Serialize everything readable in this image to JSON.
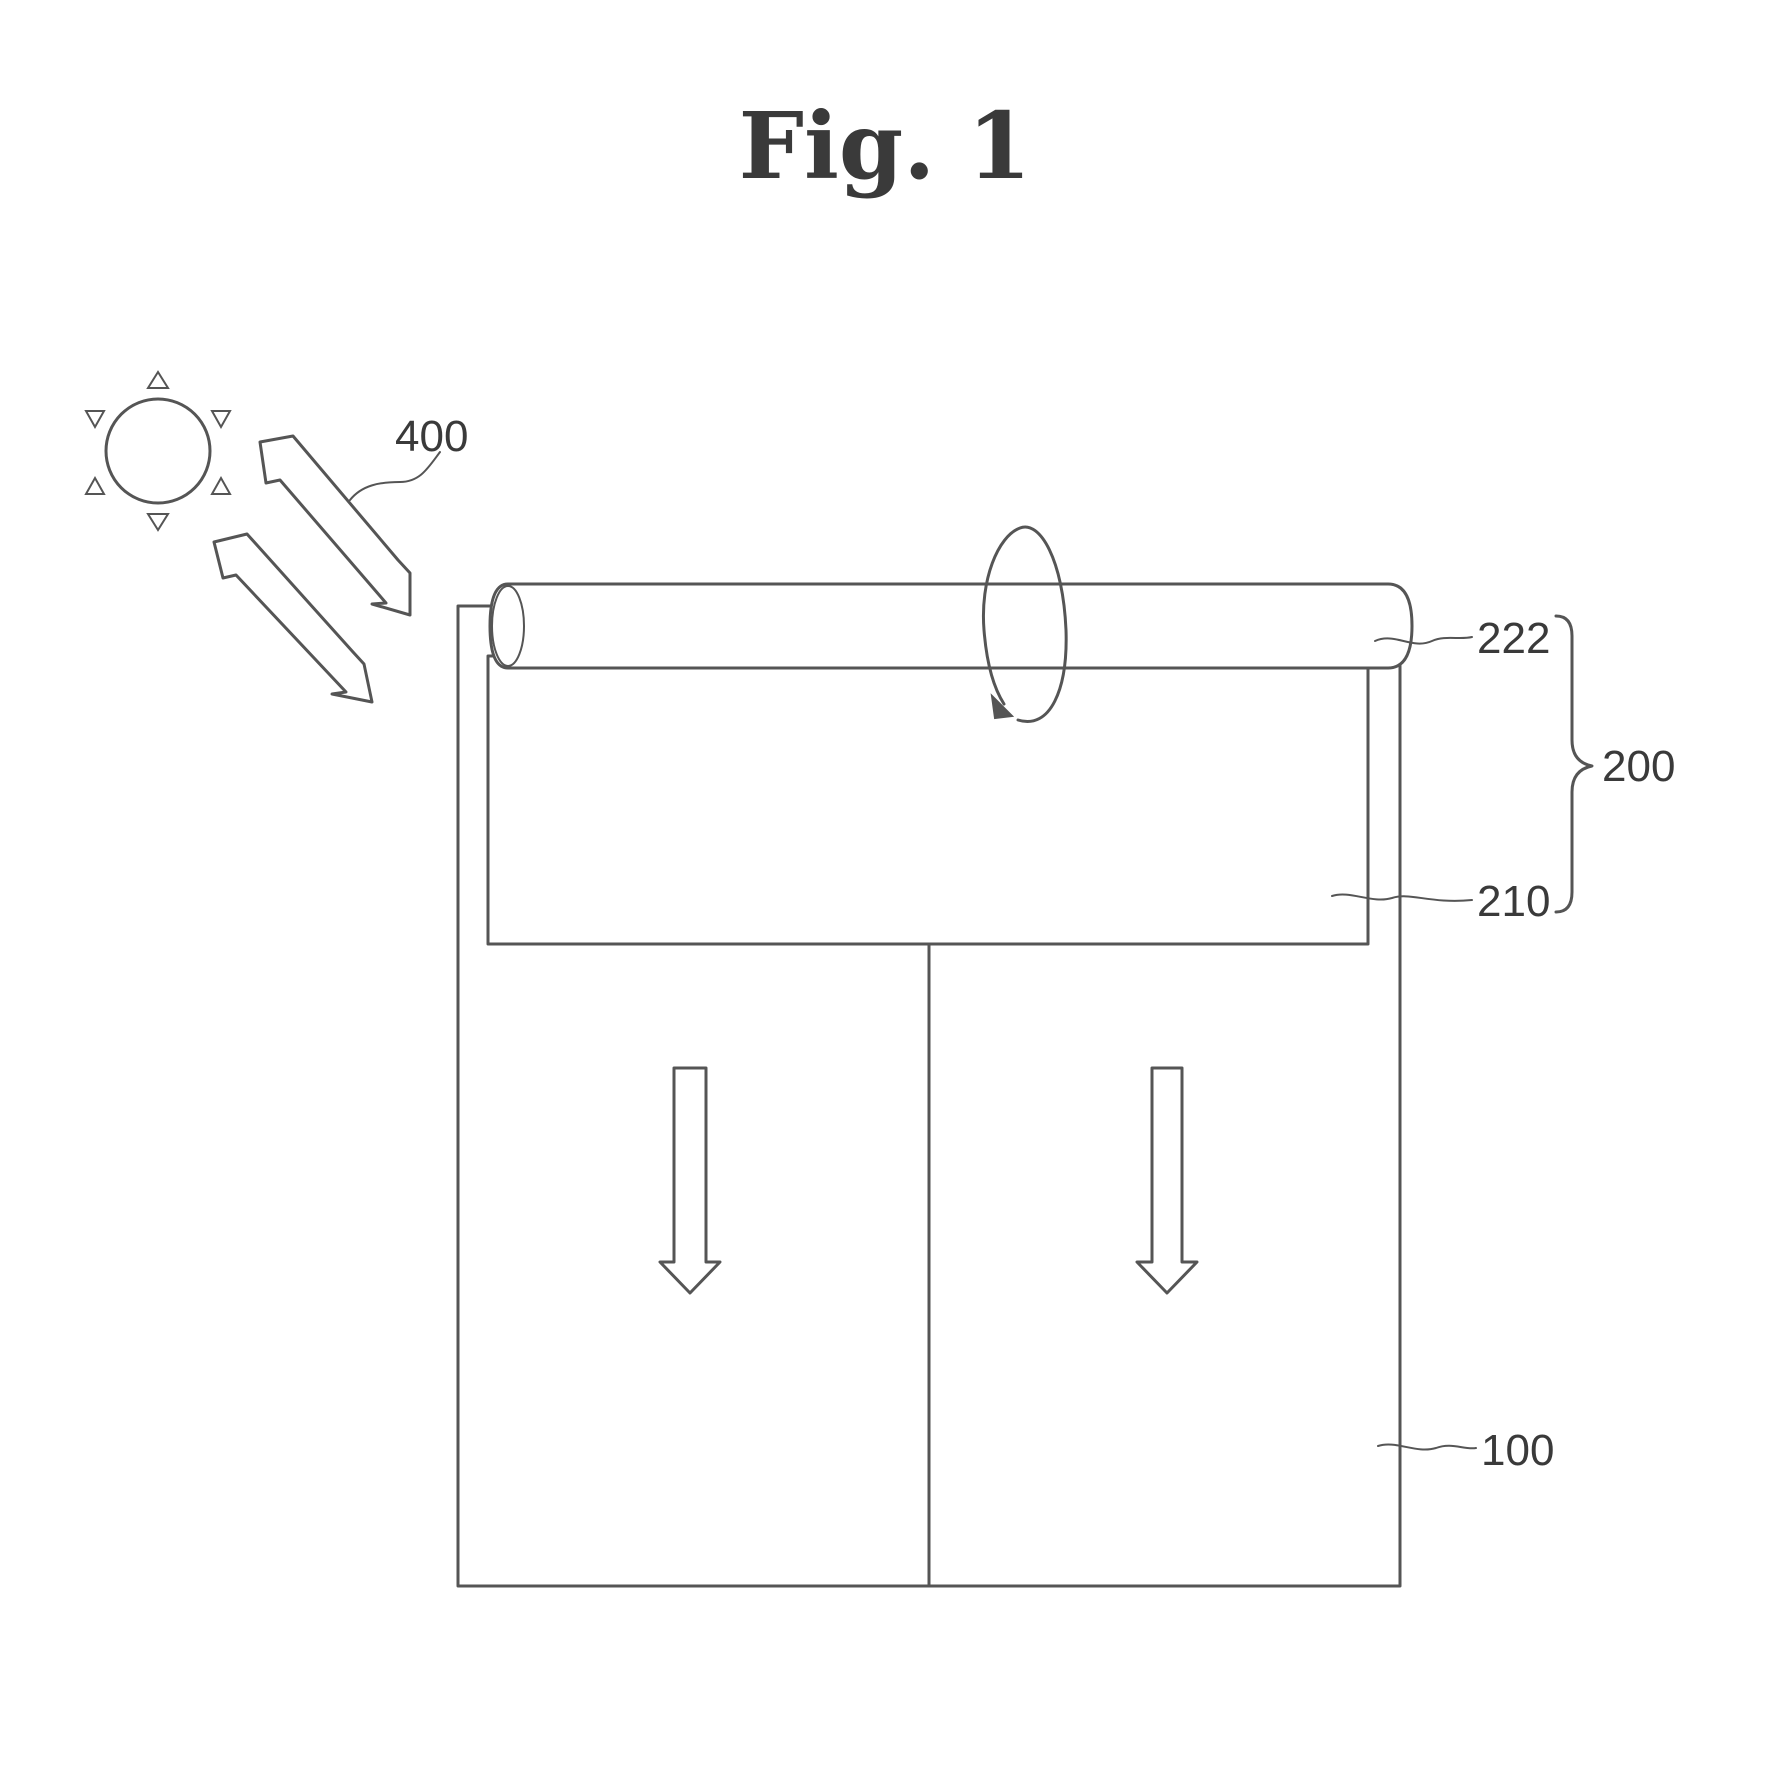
{
  "figure": {
    "title": "Fig.  1",
    "labels": {
      "light": "400",
      "roller": "222",
      "assembly": "200",
      "panel": "210",
      "body": "100"
    }
  }
}
